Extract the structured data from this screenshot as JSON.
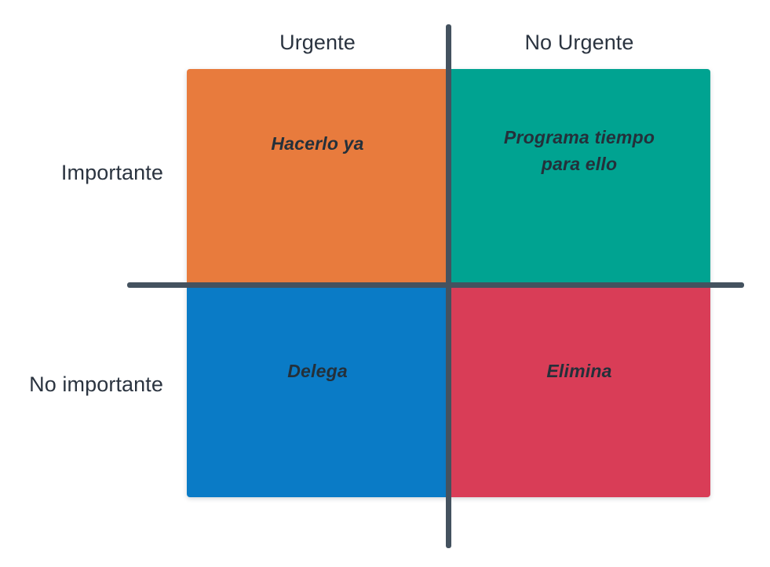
{
  "diagram": {
    "type": "eisenhower-matrix",
    "columns": [
      {
        "id": "urgent",
        "label": "Urgente"
      },
      {
        "id": "not-urgent",
        "label": "No Urgente"
      }
    ],
    "rows": [
      {
        "id": "important",
        "label": "Importante"
      },
      {
        "id": "not-important",
        "label": "No importante"
      }
    ],
    "quadrants": [
      {
        "id": "do",
        "label": "Hacerlo ya",
        "row": "Importante",
        "column": "Urgente",
        "color": "#E87B3D"
      },
      {
        "id": "schedule",
        "label_line1": "Programa tiempo",
        "label_line2": "para ello",
        "row": "Importante",
        "column": "No Urgente",
        "color": "#00A391"
      },
      {
        "id": "delegate",
        "label": "Delega",
        "row": "No importante",
        "column": "Urgente",
        "color": "#0A7BC6"
      },
      {
        "id": "delete",
        "label": "Elimina",
        "row": "No importante",
        "column": "No Urgente",
        "color": "#D93D57"
      }
    ],
    "axis_color": "#44525f",
    "header_text_color": "#2b3440",
    "quadrant_text_color": "#24303a",
    "background_color": "#ffffff"
  }
}
